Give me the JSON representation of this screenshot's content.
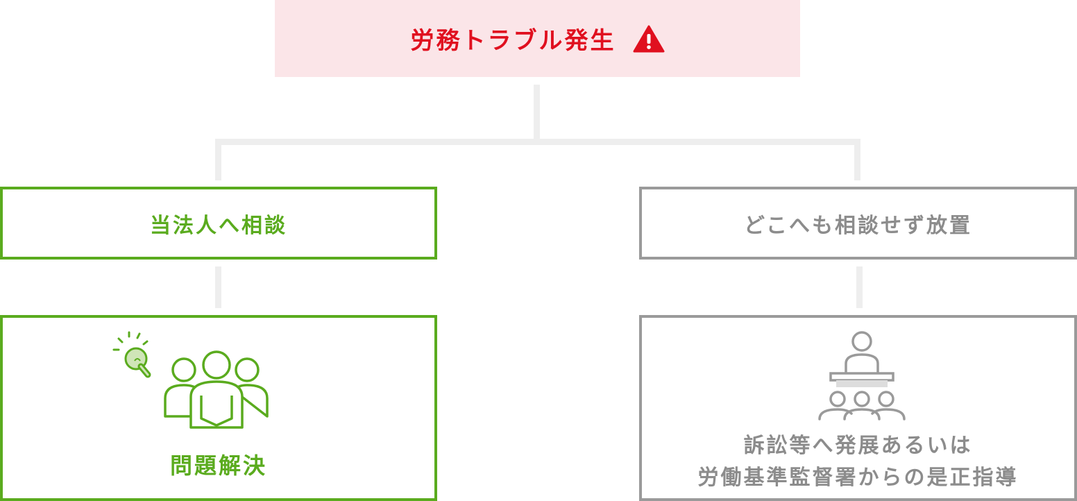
{
  "top": {
    "title": "労務トラブル発生",
    "icon": "warning-icon",
    "color": "#e0101f",
    "background": "#fbe5e8"
  },
  "left_branch": {
    "label": "当法人へ相談",
    "result": "問題解決",
    "icon": "people-lightbulb-icon",
    "color": "#5aab1e"
  },
  "right_branch": {
    "label": "どこへも相談せず放置",
    "result_line1": "訴訟等へ発展あるいは",
    "result_line2": "労働基準監督署からの是正指導",
    "icon": "courtroom-icon",
    "color": "#8c8c8c"
  },
  "connector_color": "#eeeeee"
}
